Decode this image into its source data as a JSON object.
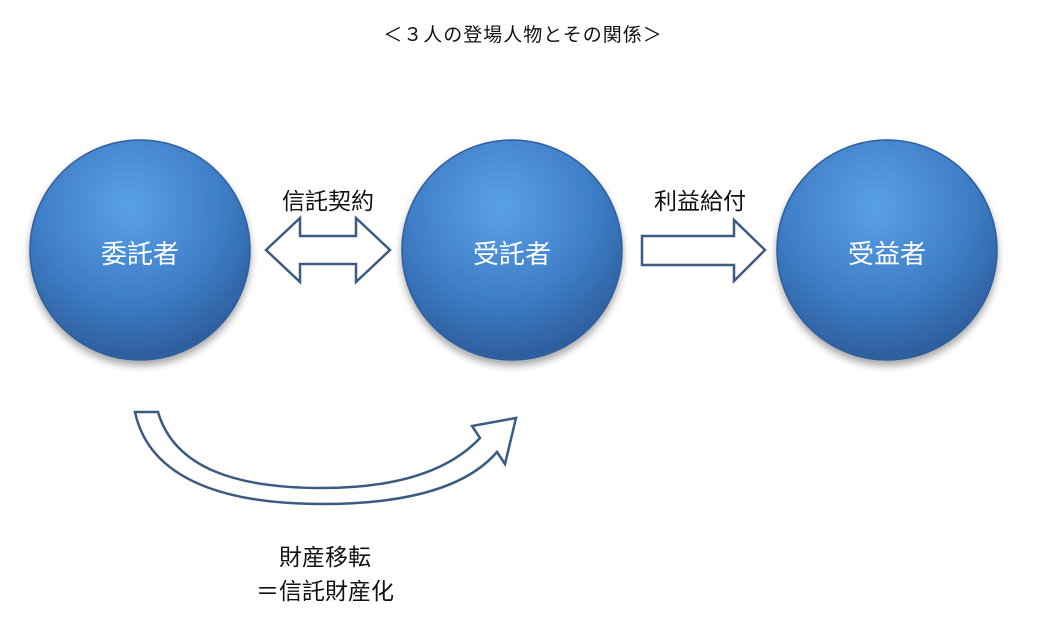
{
  "title": "＜３人の登場人物とその関係＞",
  "nodes": {
    "settlor": "委託者",
    "trustee": "受託者",
    "beneficiary": "受益者"
  },
  "relations": {
    "trust_contract": "信託契約",
    "benefit_payment": "利益給付",
    "property_transfer_line1": "財産移転",
    "property_transfer_line2": "＝信託財産化"
  },
  "colors": {
    "node_fill_light": "#4a90db",
    "node_fill_dark": "#2d5f9e",
    "arrow_stroke": "#3c5a82",
    "arrow_fill": "#ffffff"
  }
}
